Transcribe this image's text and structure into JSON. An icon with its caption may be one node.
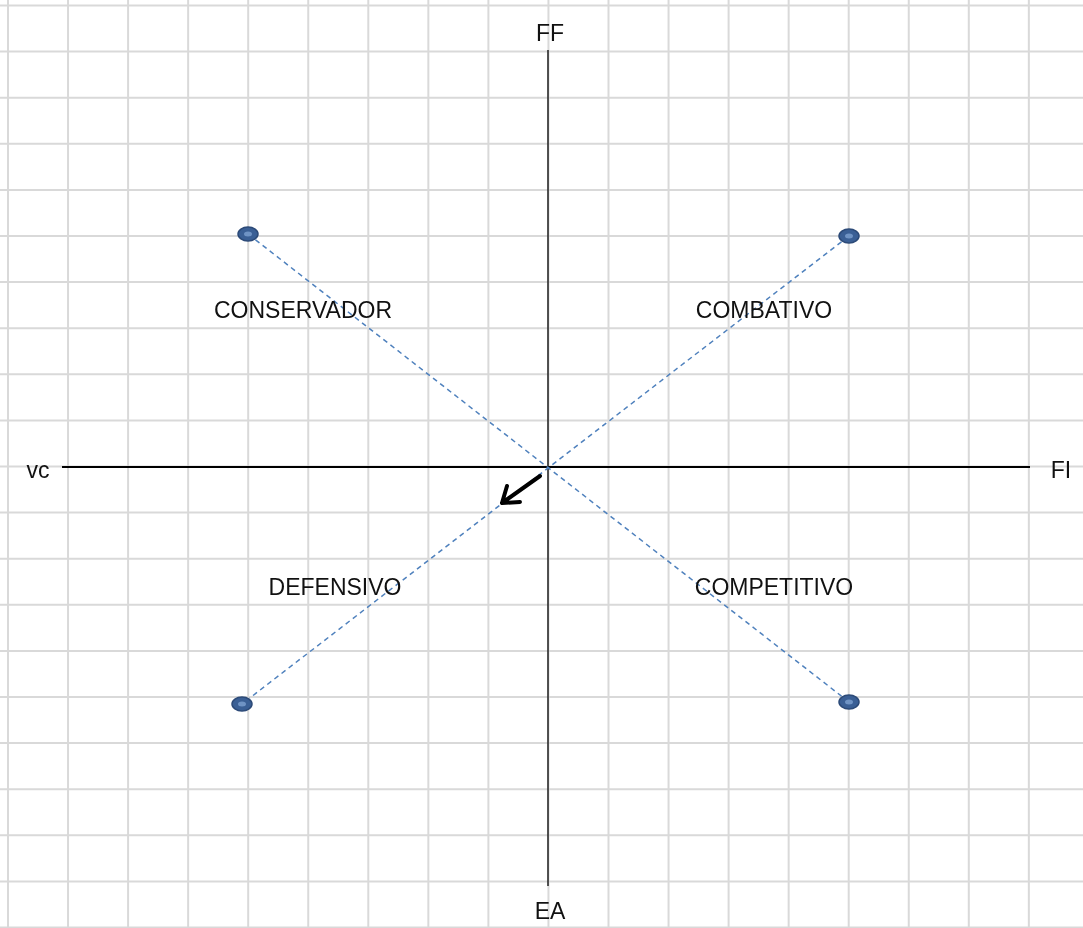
{
  "diagram": {
    "nodes": [
      {
        "text": [],
        "shape": "circle"
      },
      {
        "text": [],
        "shape": "circle"
      },
      {
        "text": [],
        "shape": "circle"
      },
      {
        "text": [],
        "shape": "circle"
      }
    ],
    "edges": [
      {
        "from": 0,
        "to": 3,
        "arrow": "none",
        "style": "dashed"
      },
      {
        "from": 1,
        "to": 2,
        "arrow": "none",
        "style": "dashed"
      }
    ],
    "labels": [
      "FF",
      "CONSERVADOR",
      "COMBATIVO",
      "vc",
      "FI",
      "DEFENSIVO",
      "COMPETITIVO",
      "EA"
    ]
  }
}
